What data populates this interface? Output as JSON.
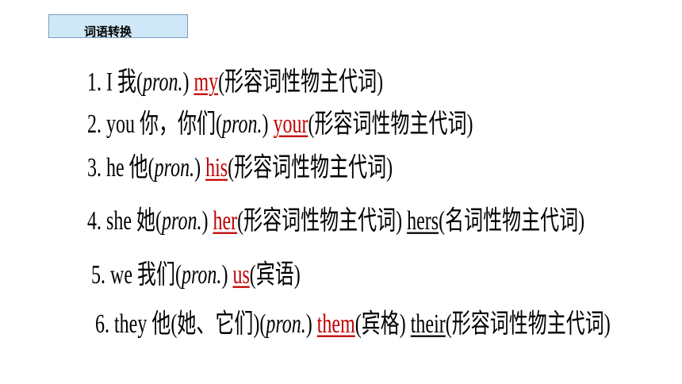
{
  "title": "词语转换",
  "lines": [
    {
      "num": "1.",
      "word": "I",
      "meaning": "我",
      "open_pos": "(",
      "pos": "pron.",
      "close_pos": ")",
      "ans1": "my",
      "ans1_note": "(形容词性物主代词)"
    },
    {
      "num": "2.",
      "word": "you",
      "meaning": "你，你们",
      "open_pos": "(",
      "pos": "pron.",
      "close_pos": ")",
      "ans1": "your",
      "ans1_note": "(形容词性物主代词)"
    },
    {
      "num": "3.",
      "word": "he",
      "meaning": "他",
      "open_pos": "(",
      "pos": "pron.",
      "close_pos": ")",
      "ans1": "his",
      "ans1_note": "(形容词性物主代词)"
    },
    {
      "num": "4.",
      "word": "she",
      "meaning": "她",
      "open_pos": "(",
      "pos": "pron.",
      "close_pos": ")",
      "ans1": "her",
      "ans1_note": "(形容词性物主代词)",
      "ans2": "hers",
      "ans2_note": "(名词性物主代词)"
    },
    {
      "num": "5.",
      "word": "we",
      "meaning": "我们",
      "open_pos": "(",
      "pos": "pron.",
      "close_pos": ")",
      "ans1": "us",
      "ans1_note": "(宾语)"
    },
    {
      "num": "6.",
      "word": "they",
      "meaning": "他(她、它们)",
      "open_pos": "(",
      "pos": "pron.",
      "close_pos": ")",
      "ans1": "them",
      "ans1_note": "(宾格)",
      "ans2": "their",
      "ans2_note": "(形容词性物主代词)"
    }
  ],
  "colors": {
    "answer_red": "#c00000",
    "answer_black": "#000000",
    "title_box_fill": "#cfe8f7",
    "title_box_border": "#7a9ec0"
  }
}
